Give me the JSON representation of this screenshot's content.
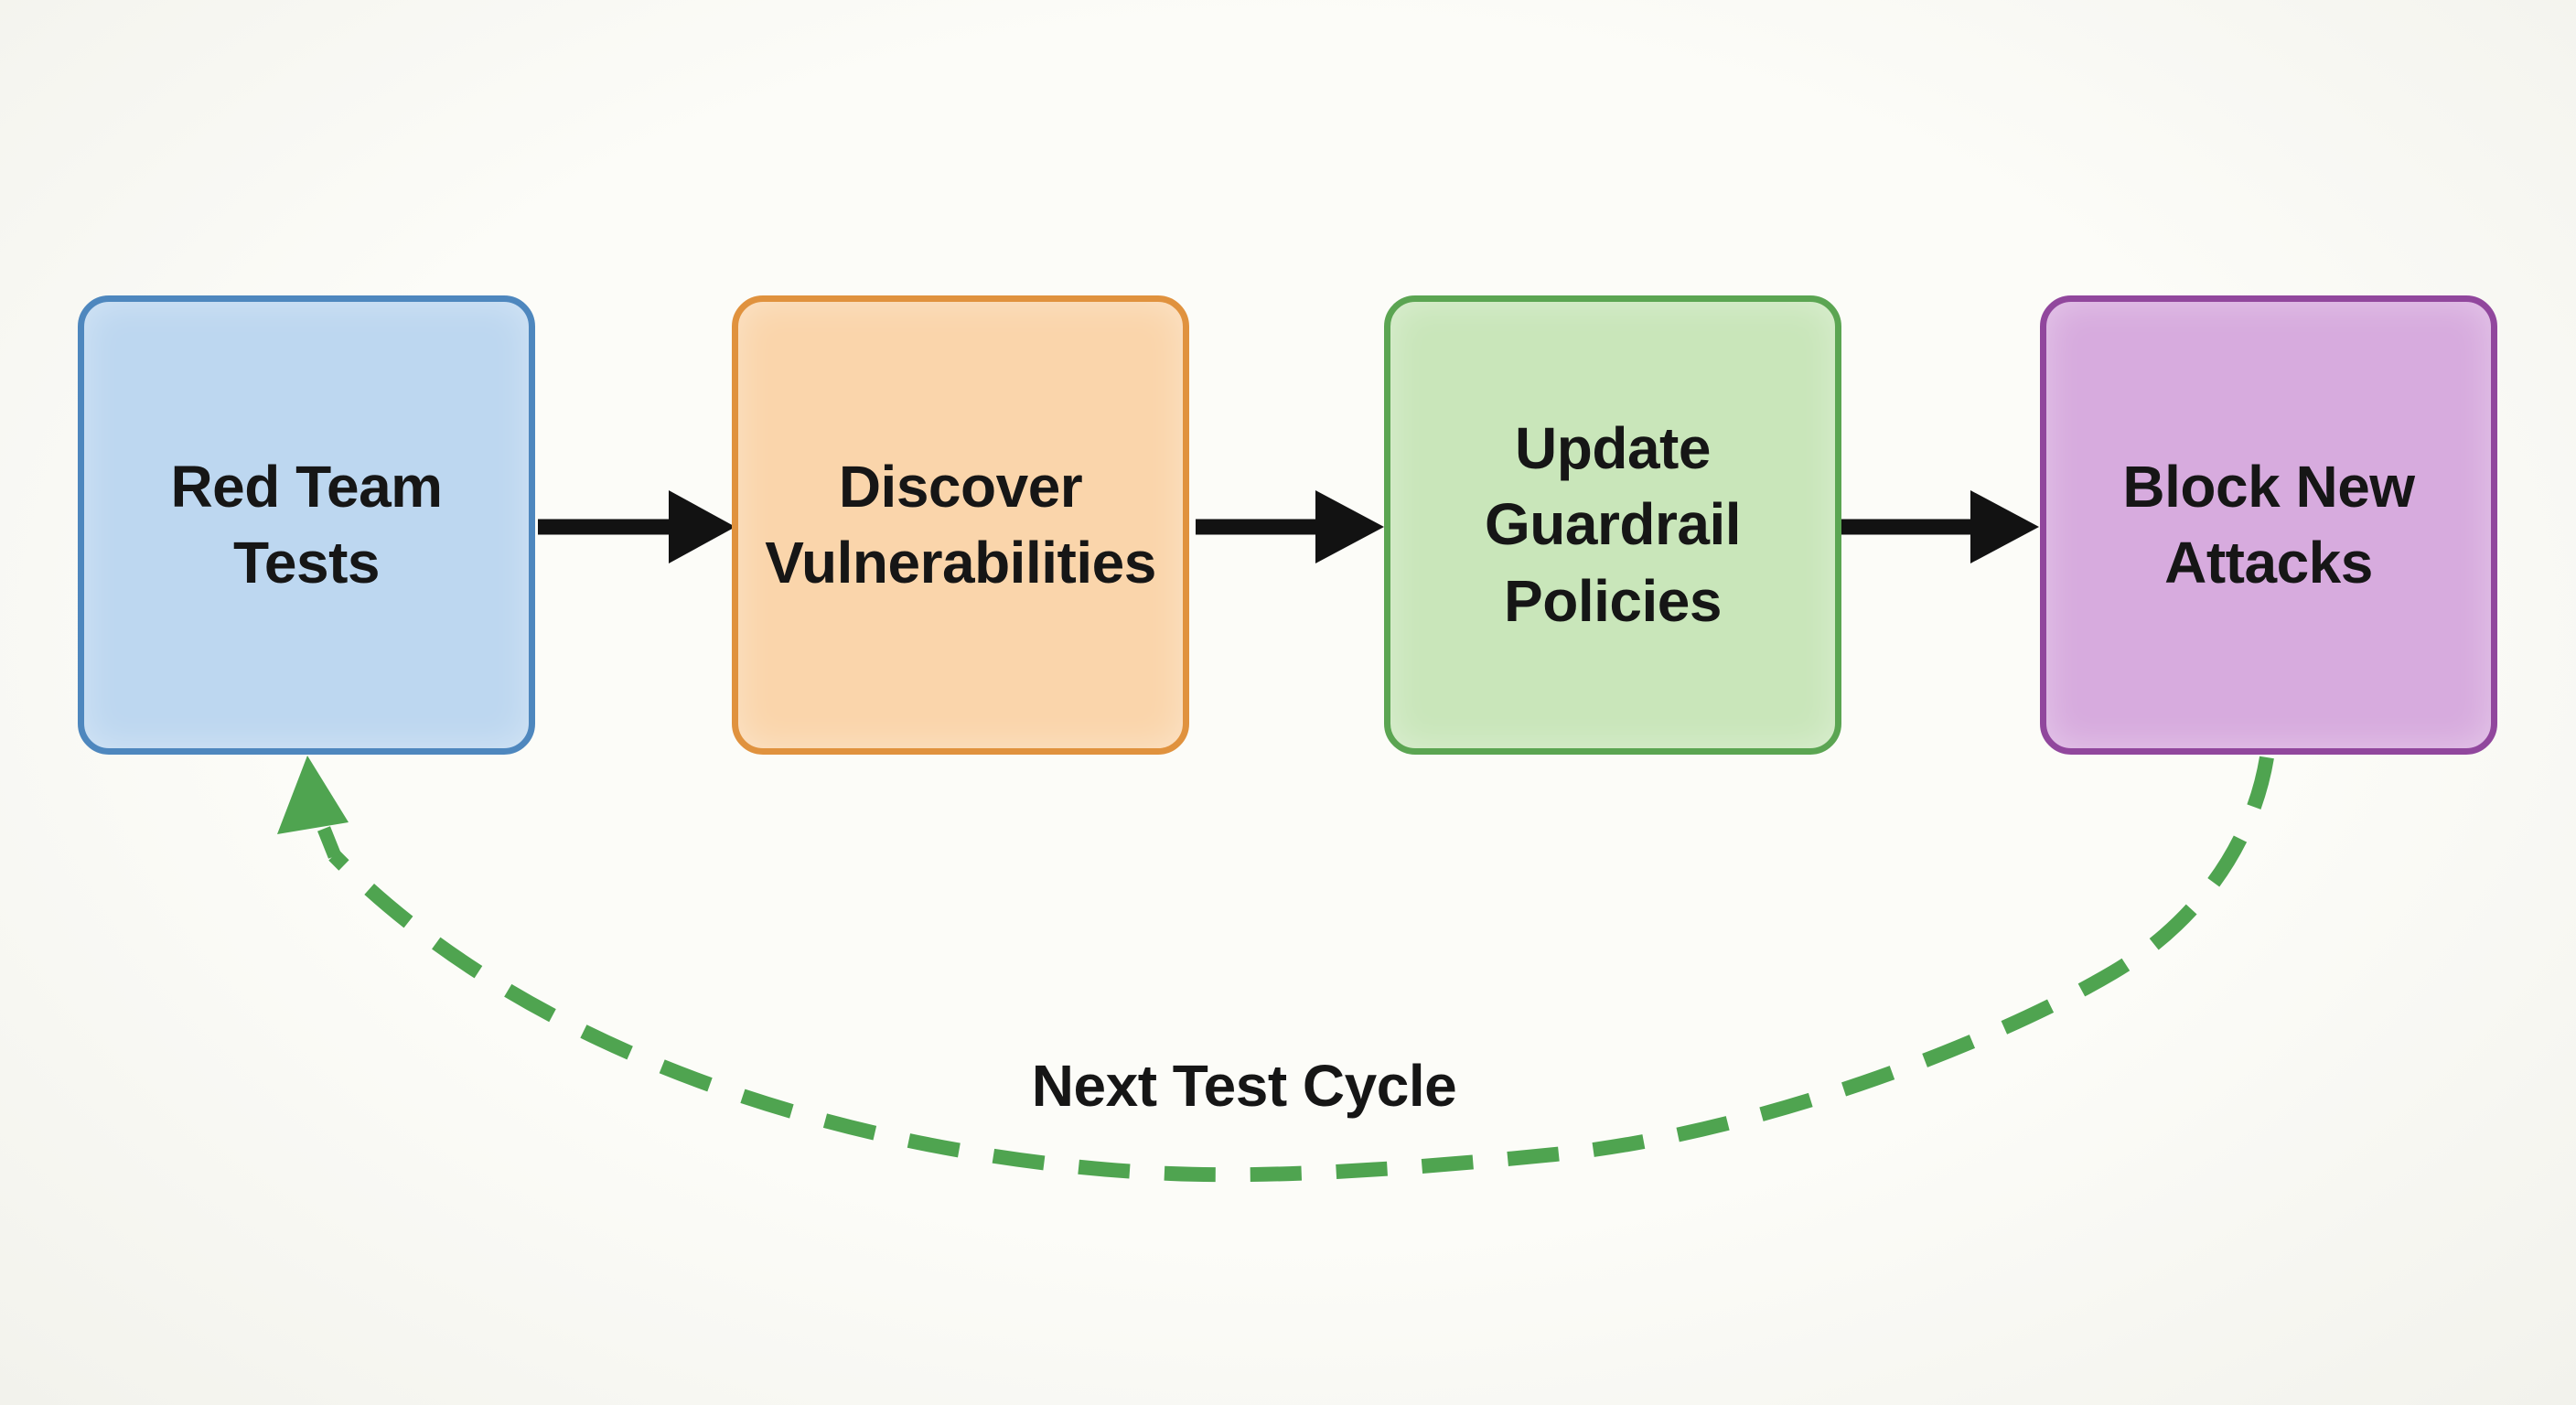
{
  "diagram": {
    "text_color": "#161616",
    "forward_arrow_color": "#121212",
    "nodes": [
      {
        "id": "red-team-tests",
        "lines": [
          "Red Team",
          "Tests"
        ],
        "fill": "#bdd7f0",
        "border": "#4e87be"
      },
      {
        "id": "discover-vulnerabilities",
        "lines": [
          "Discover",
          "Vulnerabilities"
        ],
        "fill": "#fad5ab",
        "border": "#e0923e"
      },
      {
        "id": "update-guardrail-policies",
        "lines": [
          "Update",
          "Guardrail",
          "Policies"
        ],
        "fill": "#c9e6ba",
        "border": "#5ba552"
      },
      {
        "id": "block-new-attacks",
        "lines": [
          "Block New",
          "Attacks"
        ],
        "fill": "#d7abde",
        "border": "#91479d"
      }
    ],
    "cycle": {
      "label": "Next Test Cycle",
      "color": "#4fa450"
    }
  }
}
